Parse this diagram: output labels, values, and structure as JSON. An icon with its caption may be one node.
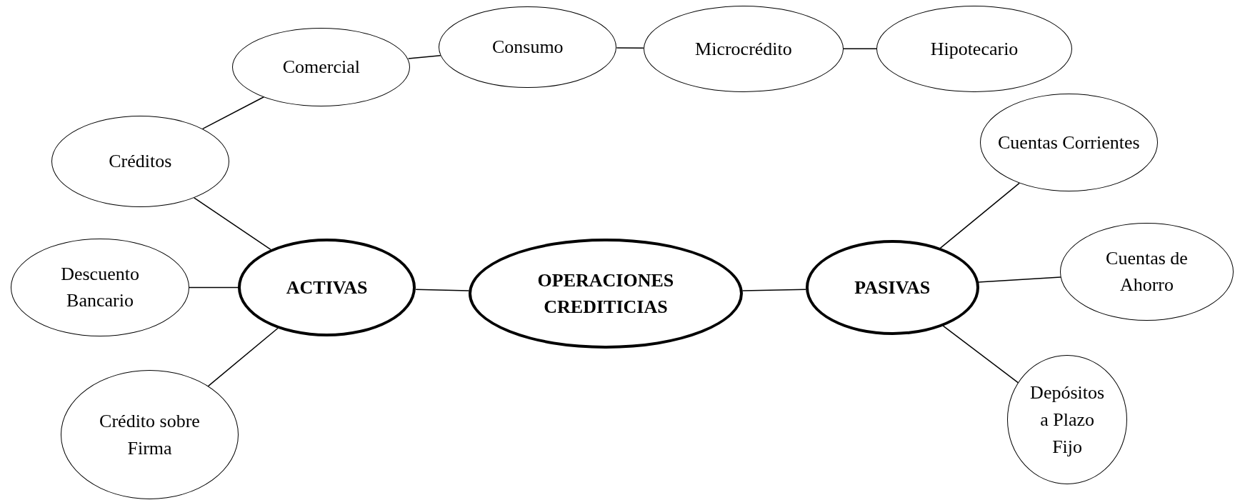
{
  "diagram": {
    "nodes": [
      {
        "text": [
          "OPERACIONES CREDITICIAS"
        ]
      },
      {
        "text": [
          "ACTIVAS"
        ]
      },
      {
        "text": [
          "PASIVAS"
        ]
      },
      {
        "text": [
          "Créditos"
        ]
      },
      {
        "text": [
          "Comercial"
        ]
      },
      {
        "text": [
          "Consumo"
        ]
      },
      {
        "text": [
          "Microcrédito"
        ]
      },
      {
        "text": [
          "Hipotecario"
        ]
      },
      {
        "text": [
          "Descuento Bancario"
        ]
      },
      {
        "text": [
          "Crédito sobre Firma"
        ]
      },
      {
        "text": [
          "Cuentas Corrientes"
        ]
      },
      {
        "text": [
          "Cuentas de Ahorro"
        ]
      },
      {
        "text": [
          "Depósitos a Plazo Fijo"
        ]
      }
    ],
    "edges": [
      {
        "from": 0,
        "to": 1,
        "arrow": "none"
      },
      {
        "from": 0,
        "to": 2,
        "arrow": "none"
      },
      {
        "from": 1,
        "to": 3,
        "arrow": "none"
      },
      {
        "from": 1,
        "to": 8,
        "arrow": "none"
      },
      {
        "from": 1,
        "to": 9,
        "arrow": "none"
      },
      {
        "from": 3,
        "to": 4,
        "arrow": "none"
      },
      {
        "from": 4,
        "to": 5,
        "arrow": "none"
      },
      {
        "from": 5,
        "to": 6,
        "arrow": "none"
      },
      {
        "from": 6,
        "to": 7,
        "arrow": "none"
      },
      {
        "from": 2,
        "to": 10,
        "arrow": "none"
      },
      {
        "from": 2,
        "to": 11,
        "arrow": "none"
      },
      {
        "from": 2,
        "to": 12,
        "arrow": "none"
      }
    ]
  }
}
